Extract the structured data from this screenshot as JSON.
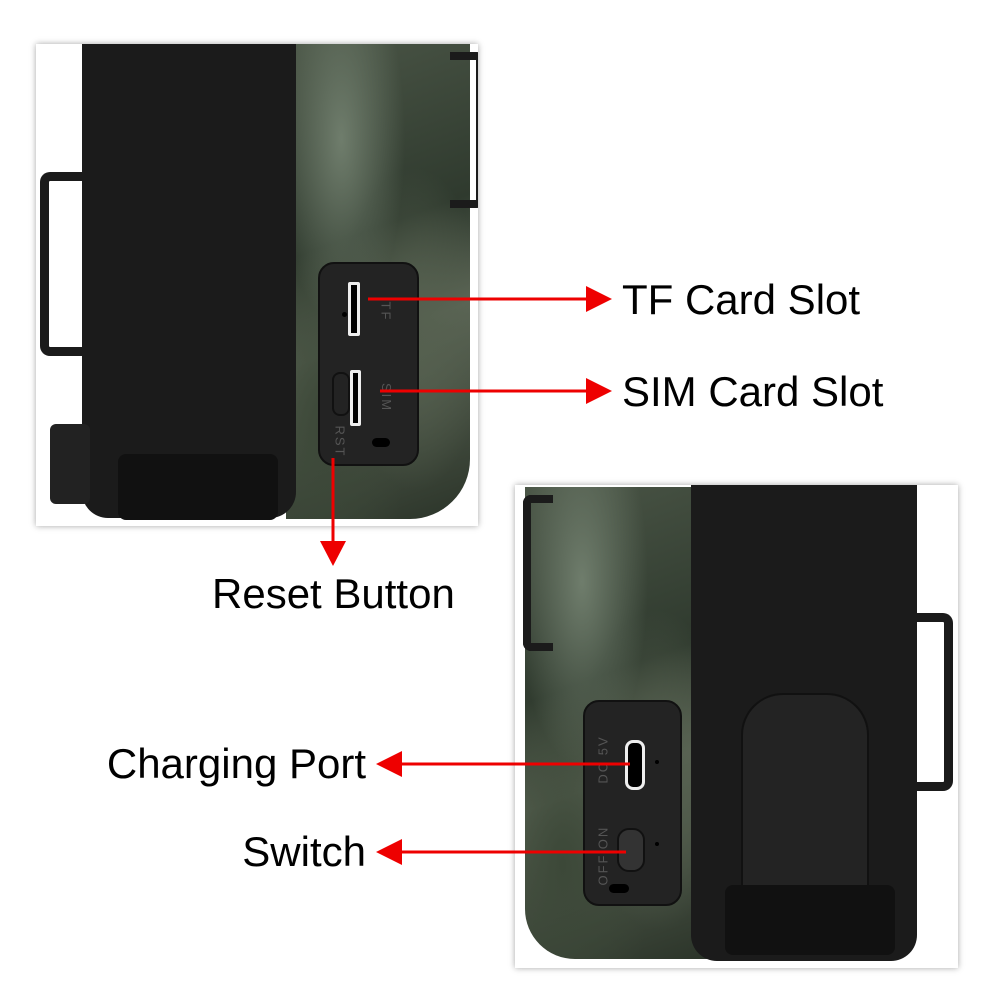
{
  "labels": {
    "tf": "TF Card Slot",
    "sim": "SIM Card Slot",
    "reset": "Reset Button",
    "charging": "Charging Port",
    "switch": "Switch"
  },
  "device_text": {
    "tf": "TF",
    "sim": "SIM",
    "rst": "RST",
    "dc": "DC 5V",
    "on": "ON",
    "off": "OFF"
  },
  "colors": {
    "arrow": "#ee0000"
  }
}
